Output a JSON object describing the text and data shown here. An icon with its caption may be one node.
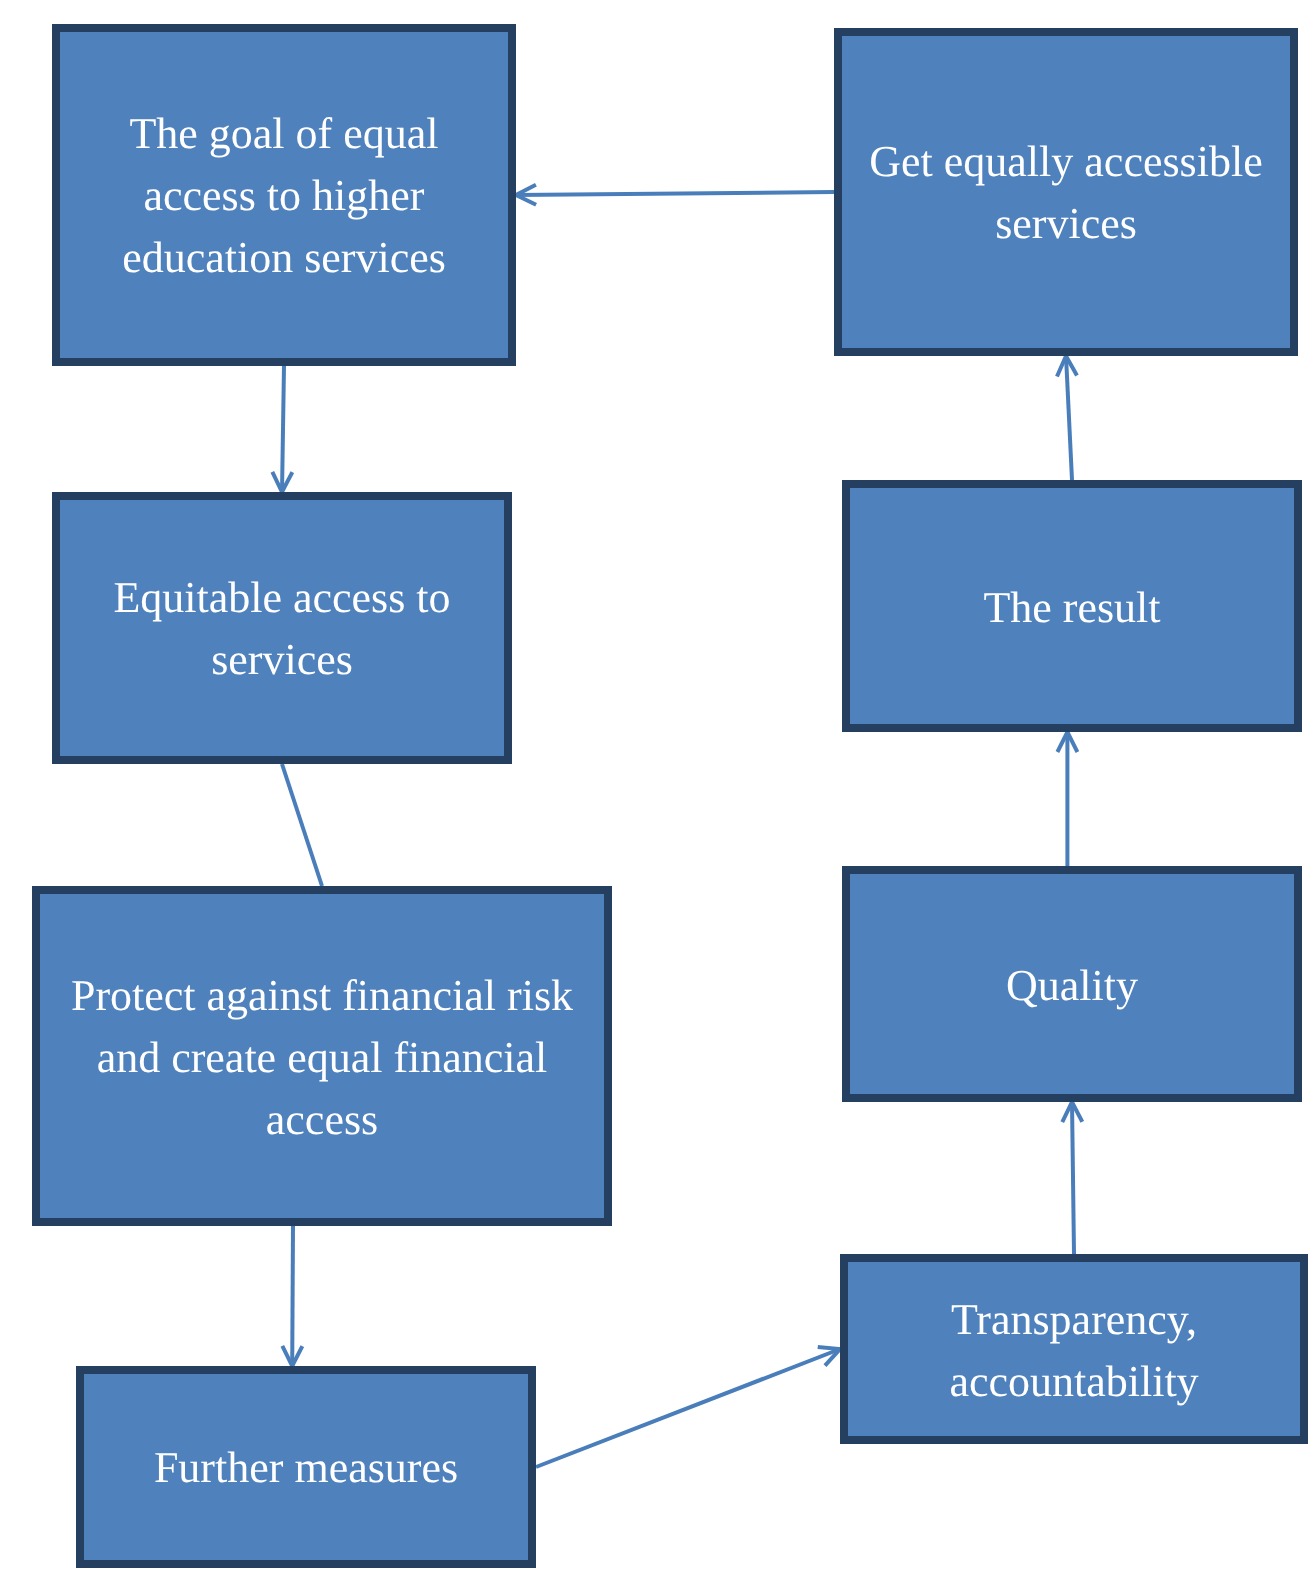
{
  "diagram": {
    "nodes": [
      {
        "text": [
          "The goal of equal access to higher education services"
        ]
      },
      {
        "text": [
          "Equitable access to services"
        ]
      },
      {
        "text": [
          "Protect against financial risk and create equal financial access"
        ]
      },
      {
        "text": [
          "Further measures"
        ]
      },
      {
        "text": [
          "Transparency, accountability"
        ]
      },
      {
        "text": [
          "Quality"
        ]
      },
      {
        "text": [
          "The result"
        ]
      },
      {
        "text": [
          "Get equally accessible services"
        ]
      }
    ],
    "edges": [
      {
        "from": 7,
        "to": 0,
        "arrow": "to"
      },
      {
        "from": 0,
        "to": 1,
        "arrow": "to"
      },
      {
        "from": 1,
        "to": 2,
        "arrow": "none"
      },
      {
        "from": 2,
        "to": 3,
        "arrow": "to"
      },
      {
        "from": 3,
        "to": 4,
        "arrow": "to"
      },
      {
        "from": 4,
        "to": 5,
        "arrow": "to"
      },
      {
        "from": 5,
        "to": 6,
        "arrow": "to"
      },
      {
        "from": 6,
        "to": 7,
        "arrow": "to"
      }
    ]
  }
}
